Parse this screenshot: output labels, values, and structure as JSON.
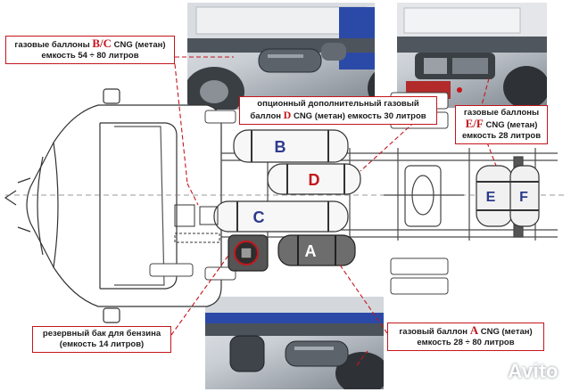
{
  "callouts": {
    "bc": {
      "line1_pre": "газовые баллоны ",
      "line1_letter": "B/C",
      "line1_post": " CNG  (метан)",
      "line2": "емкость 54 ÷ 80 литров"
    },
    "d": {
      "line1": "опционный  дополнительный газовый",
      "line2_pre": "баллон ",
      "line2_letter": "D",
      "line2_post": " CNG (метан) емкость 30 литров"
    },
    "ef": {
      "line1": "газовые баллоны",
      "line2_letter": "E/F",
      "line2_post": " CNG  (метан)",
      "line3": "емкость 28  литров"
    },
    "reserve": {
      "line1": "резервный бак для бензина",
      "line2": "(емкость 14 литров)"
    },
    "a": {
      "line1_pre": "газовый баллон ",
      "line1_letter": "A",
      "line1_post": " CNG (метан)",
      "line2": "емкость 28 ÷ 80 литров"
    }
  },
  "diagram_labels": {
    "b": "B",
    "c": "C",
    "d": "D",
    "a": "A",
    "e": "E",
    "f": "F"
  },
  "watermark": "Avito",
  "colors": {
    "accent_red": "#c4161c",
    "label_blue": "#2d3a8c",
    "line_gray": "#5a5a5a"
  }
}
